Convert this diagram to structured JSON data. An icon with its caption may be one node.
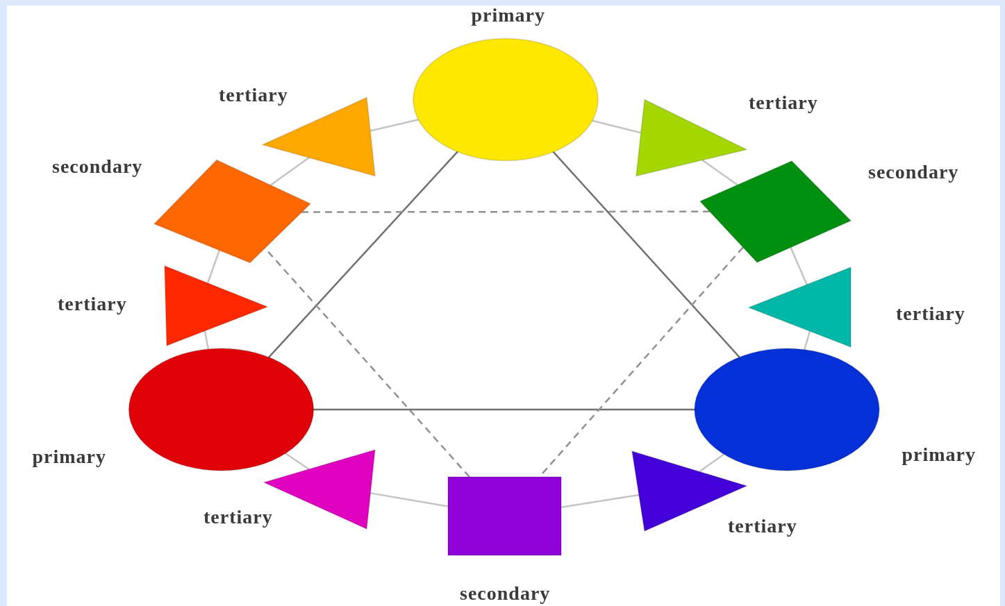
{
  "diagram": {
    "nodes": [
      {
        "text": [
          "primary"
        ]
      },
      {
        "text": [
          "tertiary"
        ]
      },
      {
        "text": [
          "secondary"
        ]
      },
      {
        "text": [
          "tertiary"
        ]
      },
      {
        "text": [
          "primary"
        ]
      },
      {
        "text": [
          "tertiary"
        ]
      },
      {
        "text": [
          "secondary"
        ]
      },
      {
        "text": [
          "tertiary"
        ]
      },
      {
        "text": [
          "primary"
        ]
      },
      {
        "text": [
          "tertiary"
        ]
      },
      {
        "text": [
          "secondary"
        ]
      },
      {
        "text": [
          "tertiary"
        ]
      }
    ],
    "edges": [
      {
        "from": 0,
        "to": 1,
        "arrow": "none"
      },
      {
        "from": 1,
        "to": 2,
        "arrow": "none"
      },
      {
        "from": 2,
        "to": 3,
        "arrow": "none"
      },
      {
        "from": 3,
        "to": 4,
        "arrow": "none"
      },
      {
        "from": 4,
        "to": 5,
        "arrow": "none"
      },
      {
        "from": 5,
        "to": 6,
        "arrow": "none"
      },
      {
        "from": 6,
        "to": 7,
        "arrow": "none"
      },
      {
        "from": 7,
        "to": 8,
        "arrow": "none"
      },
      {
        "from": 8,
        "to": 9,
        "arrow": "none"
      },
      {
        "from": 9,
        "to": 10,
        "arrow": "none"
      },
      {
        "from": 10,
        "to": 11,
        "arrow": "none"
      },
      {
        "from": 11,
        "to": 0,
        "arrow": "none"
      },
      {
        "from": 0,
        "to": 4,
        "arrow": "none",
        "color": "#707070"
      },
      {
        "from": 4,
        "to": 8,
        "arrow": "none",
        "color": "#707070"
      },
      {
        "from": 8,
        "to": 0,
        "arrow": "none",
        "color": "#707070"
      },
      {
        "from": 10,
        "to": 2,
        "arrow": "none",
        "style": "dashed",
        "color": "#909090"
      },
      {
        "from": 2,
        "to": 6,
        "arrow": "none",
        "style": "dashed",
        "color": "#909090"
      },
      {
        "from": 6,
        "to": 10,
        "arrow": "none",
        "style": "dashed",
        "color": "#909090"
      }
    ]
  }
}
